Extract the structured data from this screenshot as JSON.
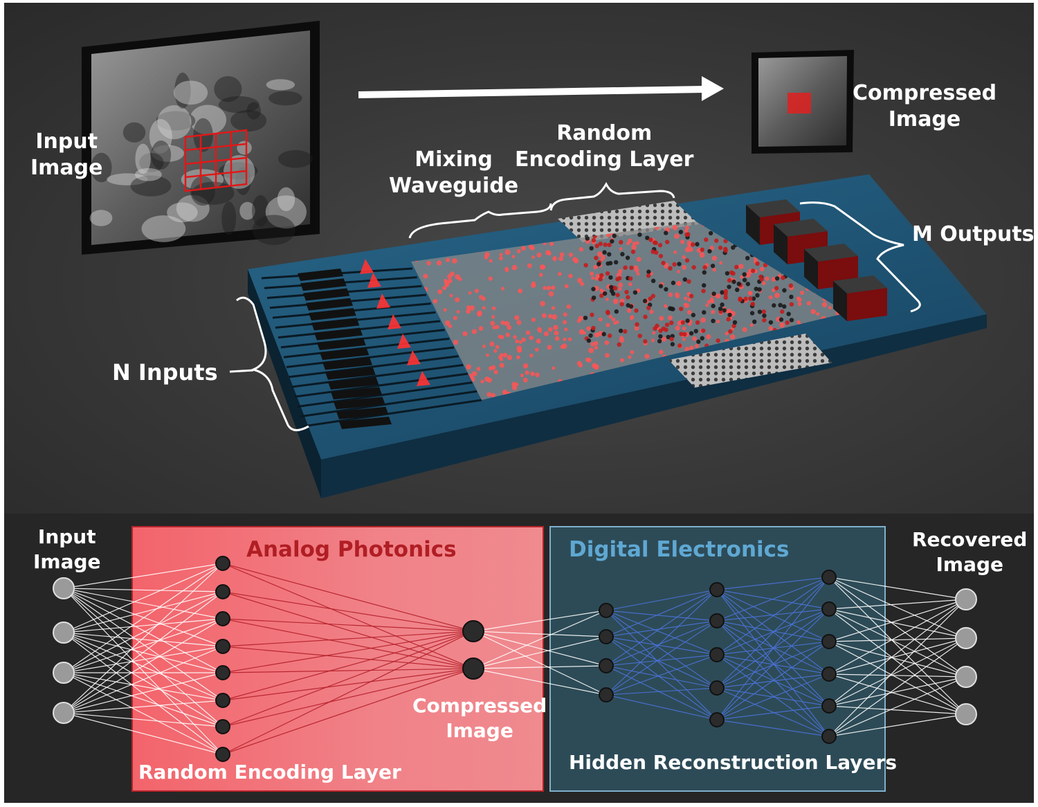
{
  "top": {
    "input_image_label": [
      "Input",
      "Image"
    ],
    "compressed_image_label": [
      "Compressed",
      "Image"
    ],
    "mixing_waveguide_label": [
      "Mixing",
      "Waveguide"
    ],
    "random_encoding_label": [
      "Random",
      "Encoding Layer"
    ],
    "m_outputs_label": "M Outputs",
    "n_inputs_label": "N Inputs"
  },
  "bottom": {
    "input_image_label": [
      "Input",
      "Image"
    ],
    "analog_title": "Analog Photonics",
    "random_encoding_label": "Random Encoding Layer",
    "compressed_image_label": [
      "Compressed",
      "Image"
    ],
    "digital_title": "Digital Electronics",
    "hidden_layers_label": "Hidden Reconstruction Layers",
    "recovered_image_label": [
      "Recovered",
      "Image"
    ]
  },
  "colors": {
    "analog_box": "#f07378",
    "analog_title": "#b01e24",
    "digital_box": "#2e4e5a",
    "digital_title": "#5fa8d3",
    "encoding_edges": "#b41e28",
    "hidden_edges": "#4a72d8",
    "white_edges": "#ffffff",
    "node_gray": "#9a9a9a",
    "node_dark": "#2b2b2b",
    "chip_blue": "#1f5878",
    "red_dot": "#ff5555"
  },
  "network": {
    "layer_sizes": [
      4,
      8,
      2,
      4,
      5,
      6,
      4
    ]
  }
}
